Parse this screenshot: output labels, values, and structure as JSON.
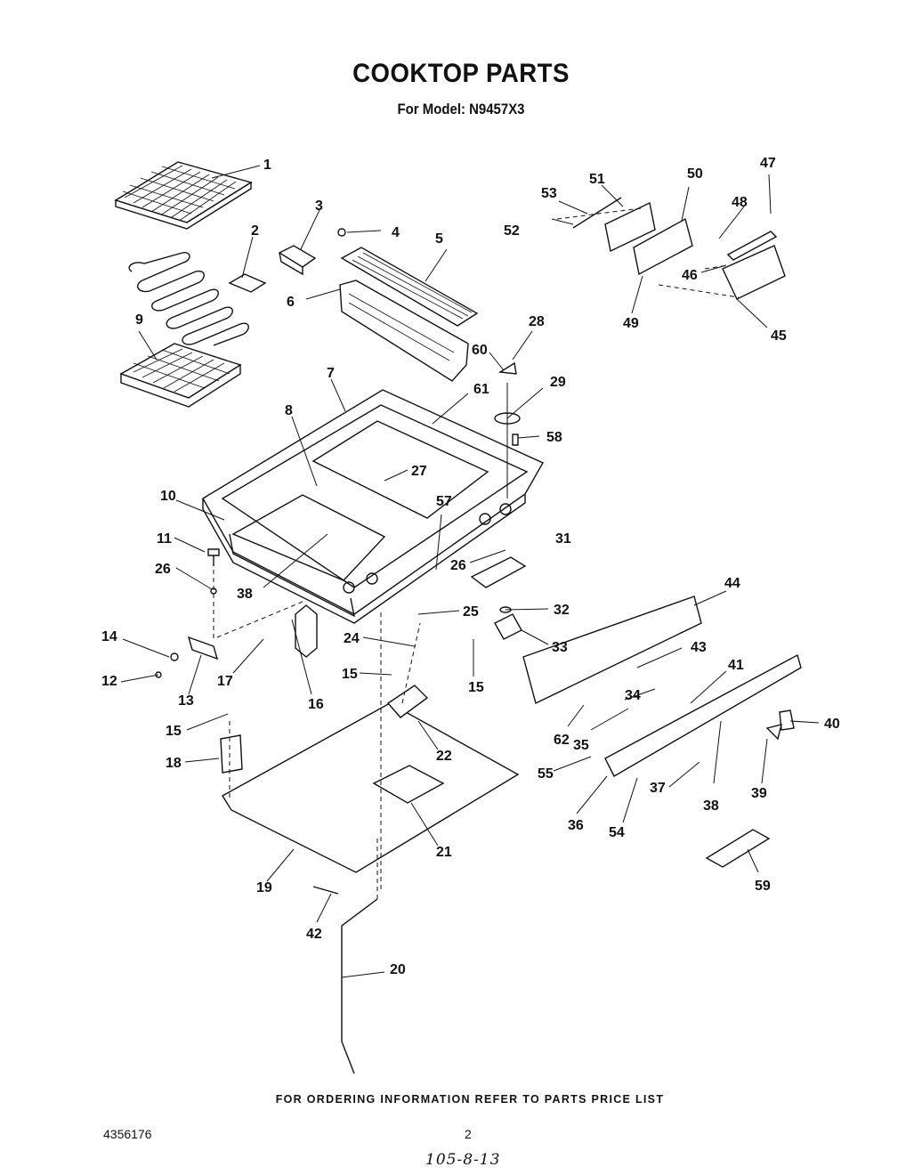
{
  "header": {
    "title": "COOKTOP PARTS",
    "subtitle": "For Model: N9457X3"
  },
  "footer": {
    "note": "FOR ORDERING INFORMATION REFER TO PARTS PRICE LIST",
    "doc_number": "4356176",
    "page_number": "2",
    "handwritten": "105-8-13"
  },
  "callouts": [
    "1",
    "2",
    "3",
    "4",
    "5",
    "6",
    "7",
    "8",
    "9",
    "10",
    "11",
    "12",
    "13",
    "14",
    "15",
    "15",
    "15",
    "16",
    "17",
    "18",
    "19",
    "20",
    "21",
    "22",
    "24",
    "25",
    "26",
    "26",
    "27",
    "28",
    "29",
    "31",
    "32",
    "33",
    "34",
    "35",
    "36",
    "37",
    "38",
    "38",
    "39",
    "40",
    "41",
    "42",
    "43",
    "44",
    "45",
    "46",
    "47",
    "48",
    "49",
    "50",
    "51",
    "52",
    "53",
    "54",
    "55",
    "57",
    "58",
    "59",
    "60",
    "61",
    "62"
  ]
}
